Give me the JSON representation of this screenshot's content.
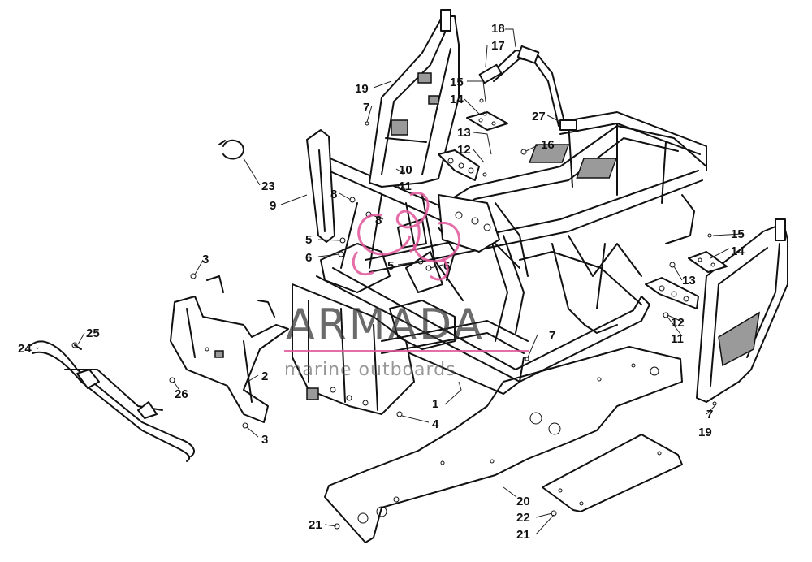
{
  "callouts": [
    {
      "id": "c18a",
      "text": "18"
    },
    {
      "id": "c17a",
      "text": "17"
    },
    {
      "id": "c19a",
      "text": "19"
    },
    {
      "id": "c7a",
      "text": "7"
    },
    {
      "id": "c15a",
      "text": "15"
    },
    {
      "id": "c14a",
      "text": "14"
    },
    {
      "id": "c27",
      "text": "27"
    },
    {
      "id": "c13a",
      "text": "13"
    },
    {
      "id": "c12a",
      "text": "12"
    },
    {
      "id": "c16",
      "text": "16"
    },
    {
      "id": "c10",
      "text": "10"
    },
    {
      "id": "c11a",
      "text": "11"
    },
    {
      "id": "c23",
      "text": "23"
    },
    {
      "id": "c9",
      "text": "9"
    },
    {
      "id": "c8a",
      "text": "8"
    },
    {
      "id": "c8b",
      "text": "8"
    },
    {
      "id": "c5a",
      "text": "5"
    },
    {
      "id": "c6a",
      "text": "6"
    },
    {
      "id": "c5b",
      "text": "5"
    },
    {
      "id": "c6b",
      "text": "6"
    },
    {
      "id": "c3a",
      "text": "3"
    },
    {
      "id": "c15b",
      "text": "15"
    },
    {
      "id": "c14b",
      "text": "14"
    },
    {
      "id": "c13b",
      "text": "13"
    },
    {
      "id": "c12b",
      "text": "12"
    },
    {
      "id": "c11b",
      "text": "11"
    },
    {
      "id": "c25",
      "text": "25"
    },
    {
      "id": "c7b",
      "text": "7"
    },
    {
      "id": "c24",
      "text": "24"
    },
    {
      "id": "c26",
      "text": "26"
    },
    {
      "id": "c2",
      "text": "2"
    },
    {
      "id": "c1",
      "text": "1"
    },
    {
      "id": "c4",
      "text": "4"
    },
    {
      "id": "c7c",
      "text": "7"
    },
    {
      "id": "c19b",
      "text": "19"
    },
    {
      "id": "c3b",
      "text": "3"
    },
    {
      "id": "c20",
      "text": "20"
    },
    {
      "id": "c22",
      "text": "22"
    },
    {
      "id": "c21a",
      "text": "21"
    },
    {
      "id": "c21b",
      "text": "21"
    }
  ],
  "watermark": {
    "brand": "ARMADA",
    "tagline": "marine outboards",
    "accent_color": "#e0559a"
  }
}
